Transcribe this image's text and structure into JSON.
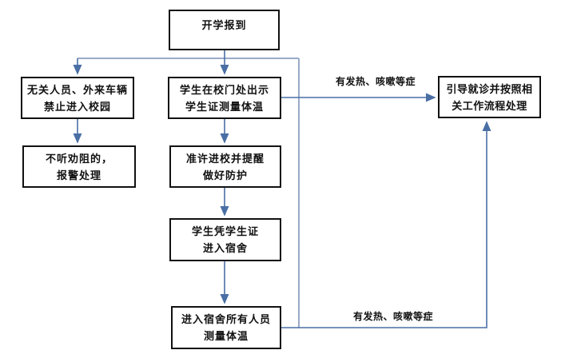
{
  "colors": {
    "line-dark": "#4a6fa5",
    "line-light": "#99abc8",
    "box-border": "#111111",
    "text": "#111111"
  },
  "nodes": {
    "start": {
      "lines": [
        "开学报到",
        ""
      ]
    },
    "no_entry": {
      "lines": [
        "无关人员、外来车辆",
        "禁止进入校园"
      ]
    },
    "police": {
      "lines": [
        "不听劝阻的，",
        "报警处理"
      ]
    },
    "gate_check": {
      "lines": [
        "学生在校门处出示",
        "学生证测量体温"
      ]
    },
    "permit": {
      "lines": [
        "准许进校并提醒",
        "做好防护"
      ]
    },
    "dorm_entry": {
      "lines": [
        "学生凭学生证",
        "进入宿舍"
      ]
    },
    "dorm_check": {
      "lines": [
        "进入宿舍所有人员",
        "测量体温"
      ]
    },
    "medical": {
      "lines": [
        "引导就诊并按照相",
        "关工作流程处理"
      ]
    }
  },
  "edge_labels": {
    "fever_top": "有发热、咳嗽等症",
    "fever_bottom": "有发热、咳嗽等症"
  }
}
